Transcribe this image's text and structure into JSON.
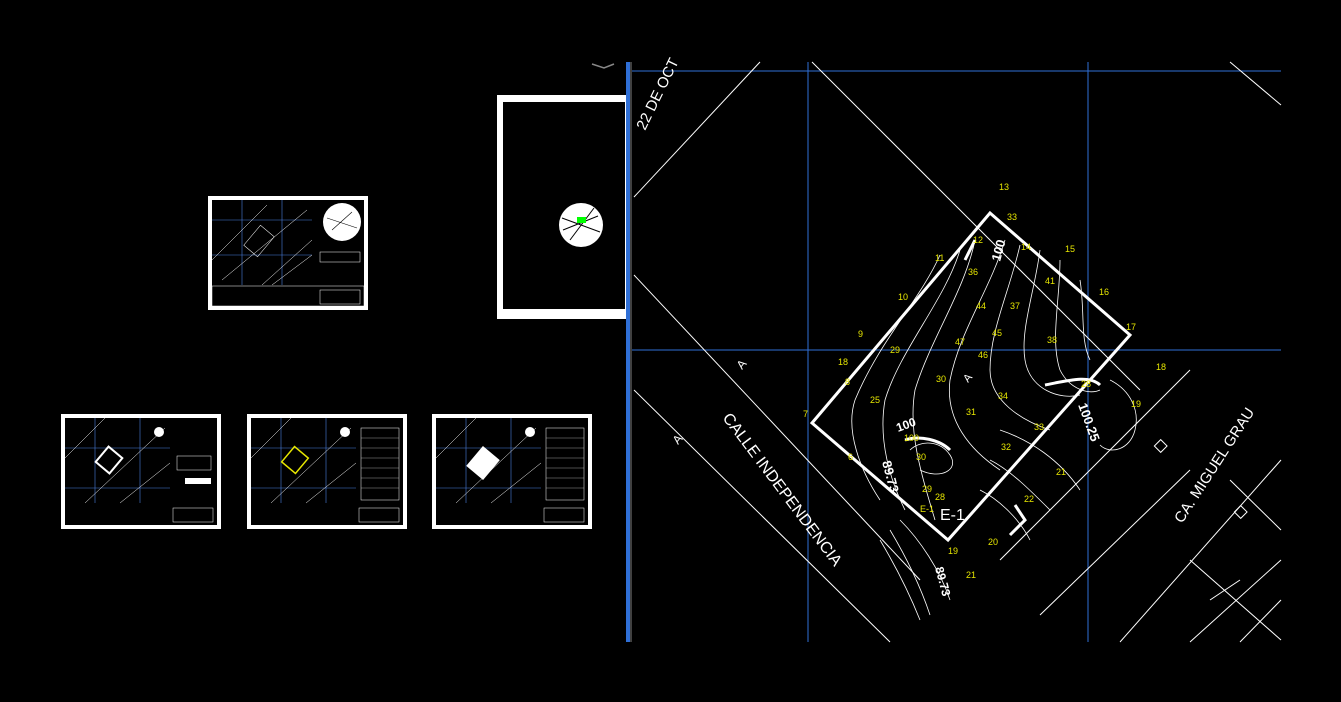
{
  "streets": {
    "top": "22 DE OCT",
    "left": "CALLE INDEPENDENCIA",
    "right": "CA. MIGUEL GRAU"
  },
  "section_marks": [
    "A",
    "A",
    "A"
  ],
  "block_label": "E-1",
  "dimensions": [
    "100",
    "100.25",
    "89.73",
    "100",
    "89.73"
  ],
  "contour_labels": [
    "13",
    "33",
    "12",
    "14",
    "15",
    "11",
    "36",
    "41",
    "16",
    "10",
    "44",
    "37",
    "17",
    "9",
    "45",
    "38",
    "18",
    "29",
    "47",
    "46",
    "18",
    "8",
    "30",
    "28",
    "34",
    "19",
    "25",
    "31",
    "33",
    "7",
    "100",
    "32",
    "30",
    "21",
    "6",
    "29",
    "22",
    "28",
    "E-1",
    "20",
    "19",
    "21"
  ],
  "colors": {
    "background": "#000000",
    "grid": "#2f6fd6",
    "contour_text": "#e6e600",
    "linework": "#ffffff",
    "marker": "#00ff00"
  }
}
